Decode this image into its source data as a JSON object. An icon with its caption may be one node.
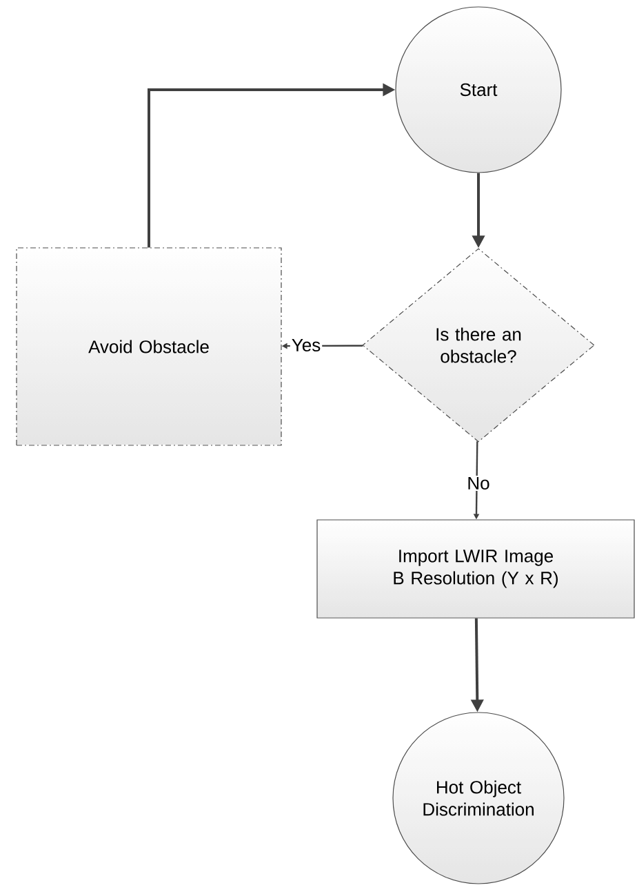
{
  "diagram": {
    "nodes": [
      {
        "text": [
          "Start"
        ]
      },
      {
        "text": [
          "Is there an obstacle?"
        ]
      },
      {
        "text": [
          "Avoid Obstacle"
        ]
      },
      {
        "text": [
          "Import LWIR Image B Resolution (Y x R)"
        ]
      },
      {
        "text": [
          "Hot Object Discrimination"
        ]
      }
    ],
    "edges": [
      {
        "from": 2,
        "to": 0,
        "arrow": "to"
      },
      {
        "from": 0,
        "to": 1,
        "arrow": "to"
      },
      {
        "from": 1,
        "to": 2,
        "arrow": "to",
        "label": "Yes"
      },
      {
        "from": 1,
        "to": 3,
        "arrow": "to",
        "label": "No"
      },
      {
        "from": 3,
        "to": 4,
        "arrow": "to"
      }
    ]
  }
}
